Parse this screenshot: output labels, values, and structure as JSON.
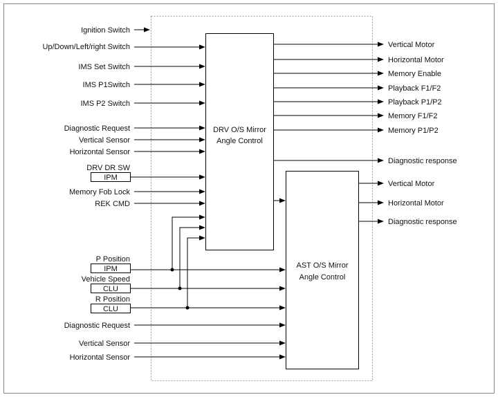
{
  "drv_block": {
    "line1": "DRV O/S Mirror",
    "line2": "Angle Control"
  },
  "ast_block": {
    "line1": "AST O/S Mirror",
    "line2": "Angle Control"
  },
  "drv_inputs": [
    "Ignition Switch",
    "Up/Down/Left/right Switch",
    "IMS Set Switch",
    "IMS P1Switch",
    "IMS P2 Switch",
    "Diagnostic Request",
    "Vertical Sensor",
    "Horizontal Sensor",
    "Memory Fob Lock",
    "REK CMD"
  ],
  "drv_dr_sw": {
    "label": "DRV DR SW",
    "box": "IPM"
  },
  "drv_outputs": [
    "Vertical Motor",
    "Horizontal Motor",
    "Memory Enable",
    "Playback F1/F2",
    "Playback P1/P2",
    "Memory F1/F2",
    "Memory P1/P2",
    "Diagnostic response"
  ],
  "ast_outputs": [
    "Vertical Motor",
    "Horizontal Motor",
    "Diagnostic response"
  ],
  "shared_inputs": [
    {
      "label": "P Position",
      "box": "IPM"
    },
    {
      "label": "Vehicle Speed",
      "box": "CLU"
    },
    {
      "label": "R Position",
      "box": "CLU"
    }
  ],
  "ast_inputs": [
    "Diagnostic Request",
    "Vertical Sensor",
    "Horizontal Sensor"
  ]
}
